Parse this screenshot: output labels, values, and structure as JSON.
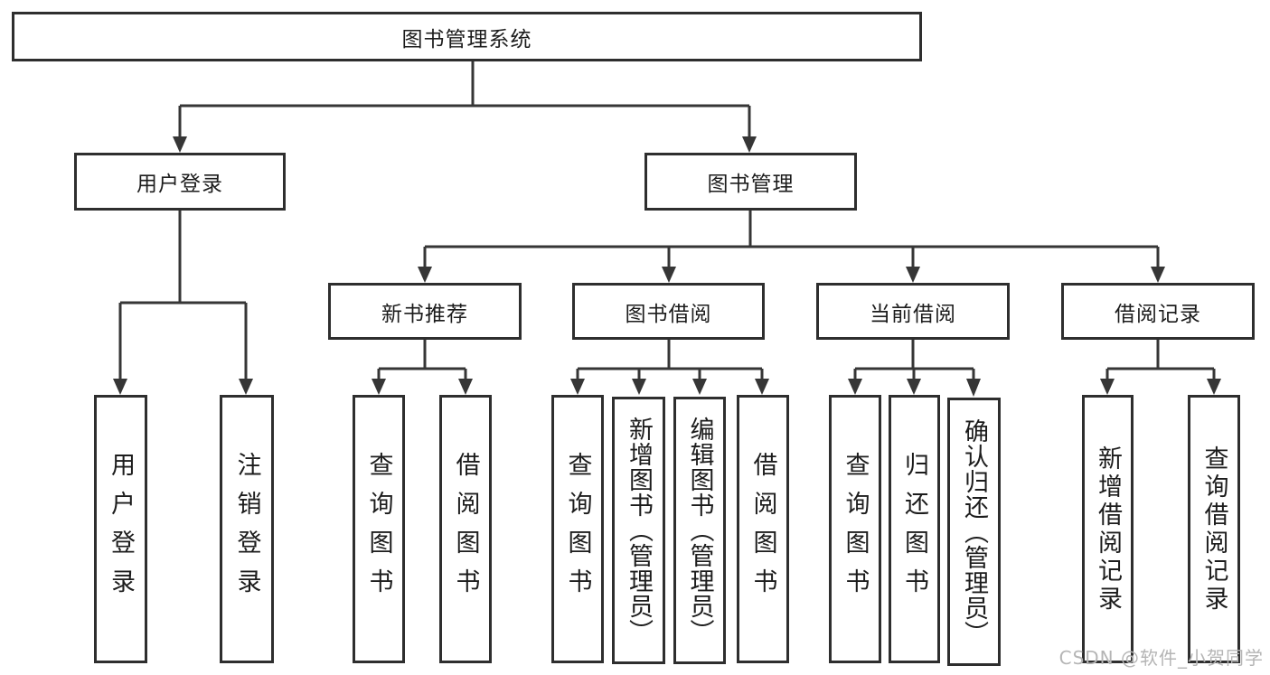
{
  "diagram": {
    "root": "图书管理系统",
    "level2": [
      "用户登录",
      "图书管理"
    ],
    "level3": [
      "新书推荐",
      "图书借阅",
      "当前借阅",
      "借阅记录"
    ],
    "user_login_children": [
      "用户登录",
      "注销登录"
    ],
    "new_book_children": [
      "查询图书",
      "借阅图书"
    ],
    "book_borrow_children": [
      "查询图书",
      "新增图书（管理员）",
      "编辑图书（管理员）",
      "借阅图书"
    ],
    "current_borrow_children": [
      "查询图书",
      "归还图书",
      "确认归还（管理员）"
    ],
    "borrow_record_children": [
      "新增借阅记录",
      "查询借阅记录"
    ]
  },
  "watermark": "CSDN @软件_小贺同学",
  "colors": {
    "line": "#363636",
    "box_border": "#2e2e2e",
    "background": "#ffffff",
    "text": "#1c1c1c",
    "watermark": "#b5b5b5"
  }
}
